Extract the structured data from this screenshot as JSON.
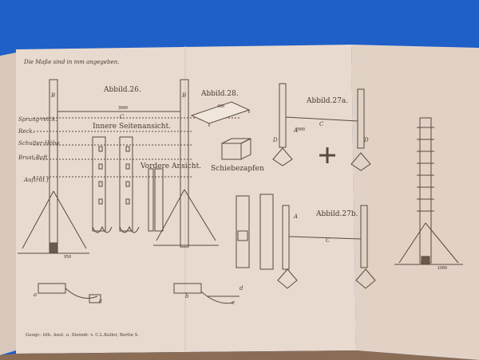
{
  "colors": {
    "background": "#1f5fc8",
    "paper": "#e7d7cb",
    "ink": "#5a4a3e"
  },
  "note": "Die Maße sind in mm angegeben.",
  "captions": {
    "abb26": "Abbild.26.",
    "abb28": "Abbild.28.",
    "abb27a": "Abbild.27a.",
    "abb27b": "Abbild.27b.",
    "inner_view": "Innere Seitenansicht.",
    "front_view": "Vordere Ansicht.",
    "schiebezapfen": "Schiebezapfen"
  },
  "side_labels": [
    "Sprung-reick.",
    "Reck.",
    "Schulter-Höhe",
    "Brust-Baft",
    "Auftritt f"
  ],
  "letters": {
    "B": "B",
    "C": "C",
    "A": "A",
    "D": "D",
    "c": "c",
    "a": "a",
    "b": "b",
    "d": "d",
    "e": "e"
  },
  "dims": {
    "d2000": "2000",
    "d3000": "3000",
    "d950": "950",
    "d1000": "1000",
    "d400": "400"
  },
  "imprint": "Geogr.- lith. Anst. u. Steindr. v. C.L.Keller, Berlin S."
}
